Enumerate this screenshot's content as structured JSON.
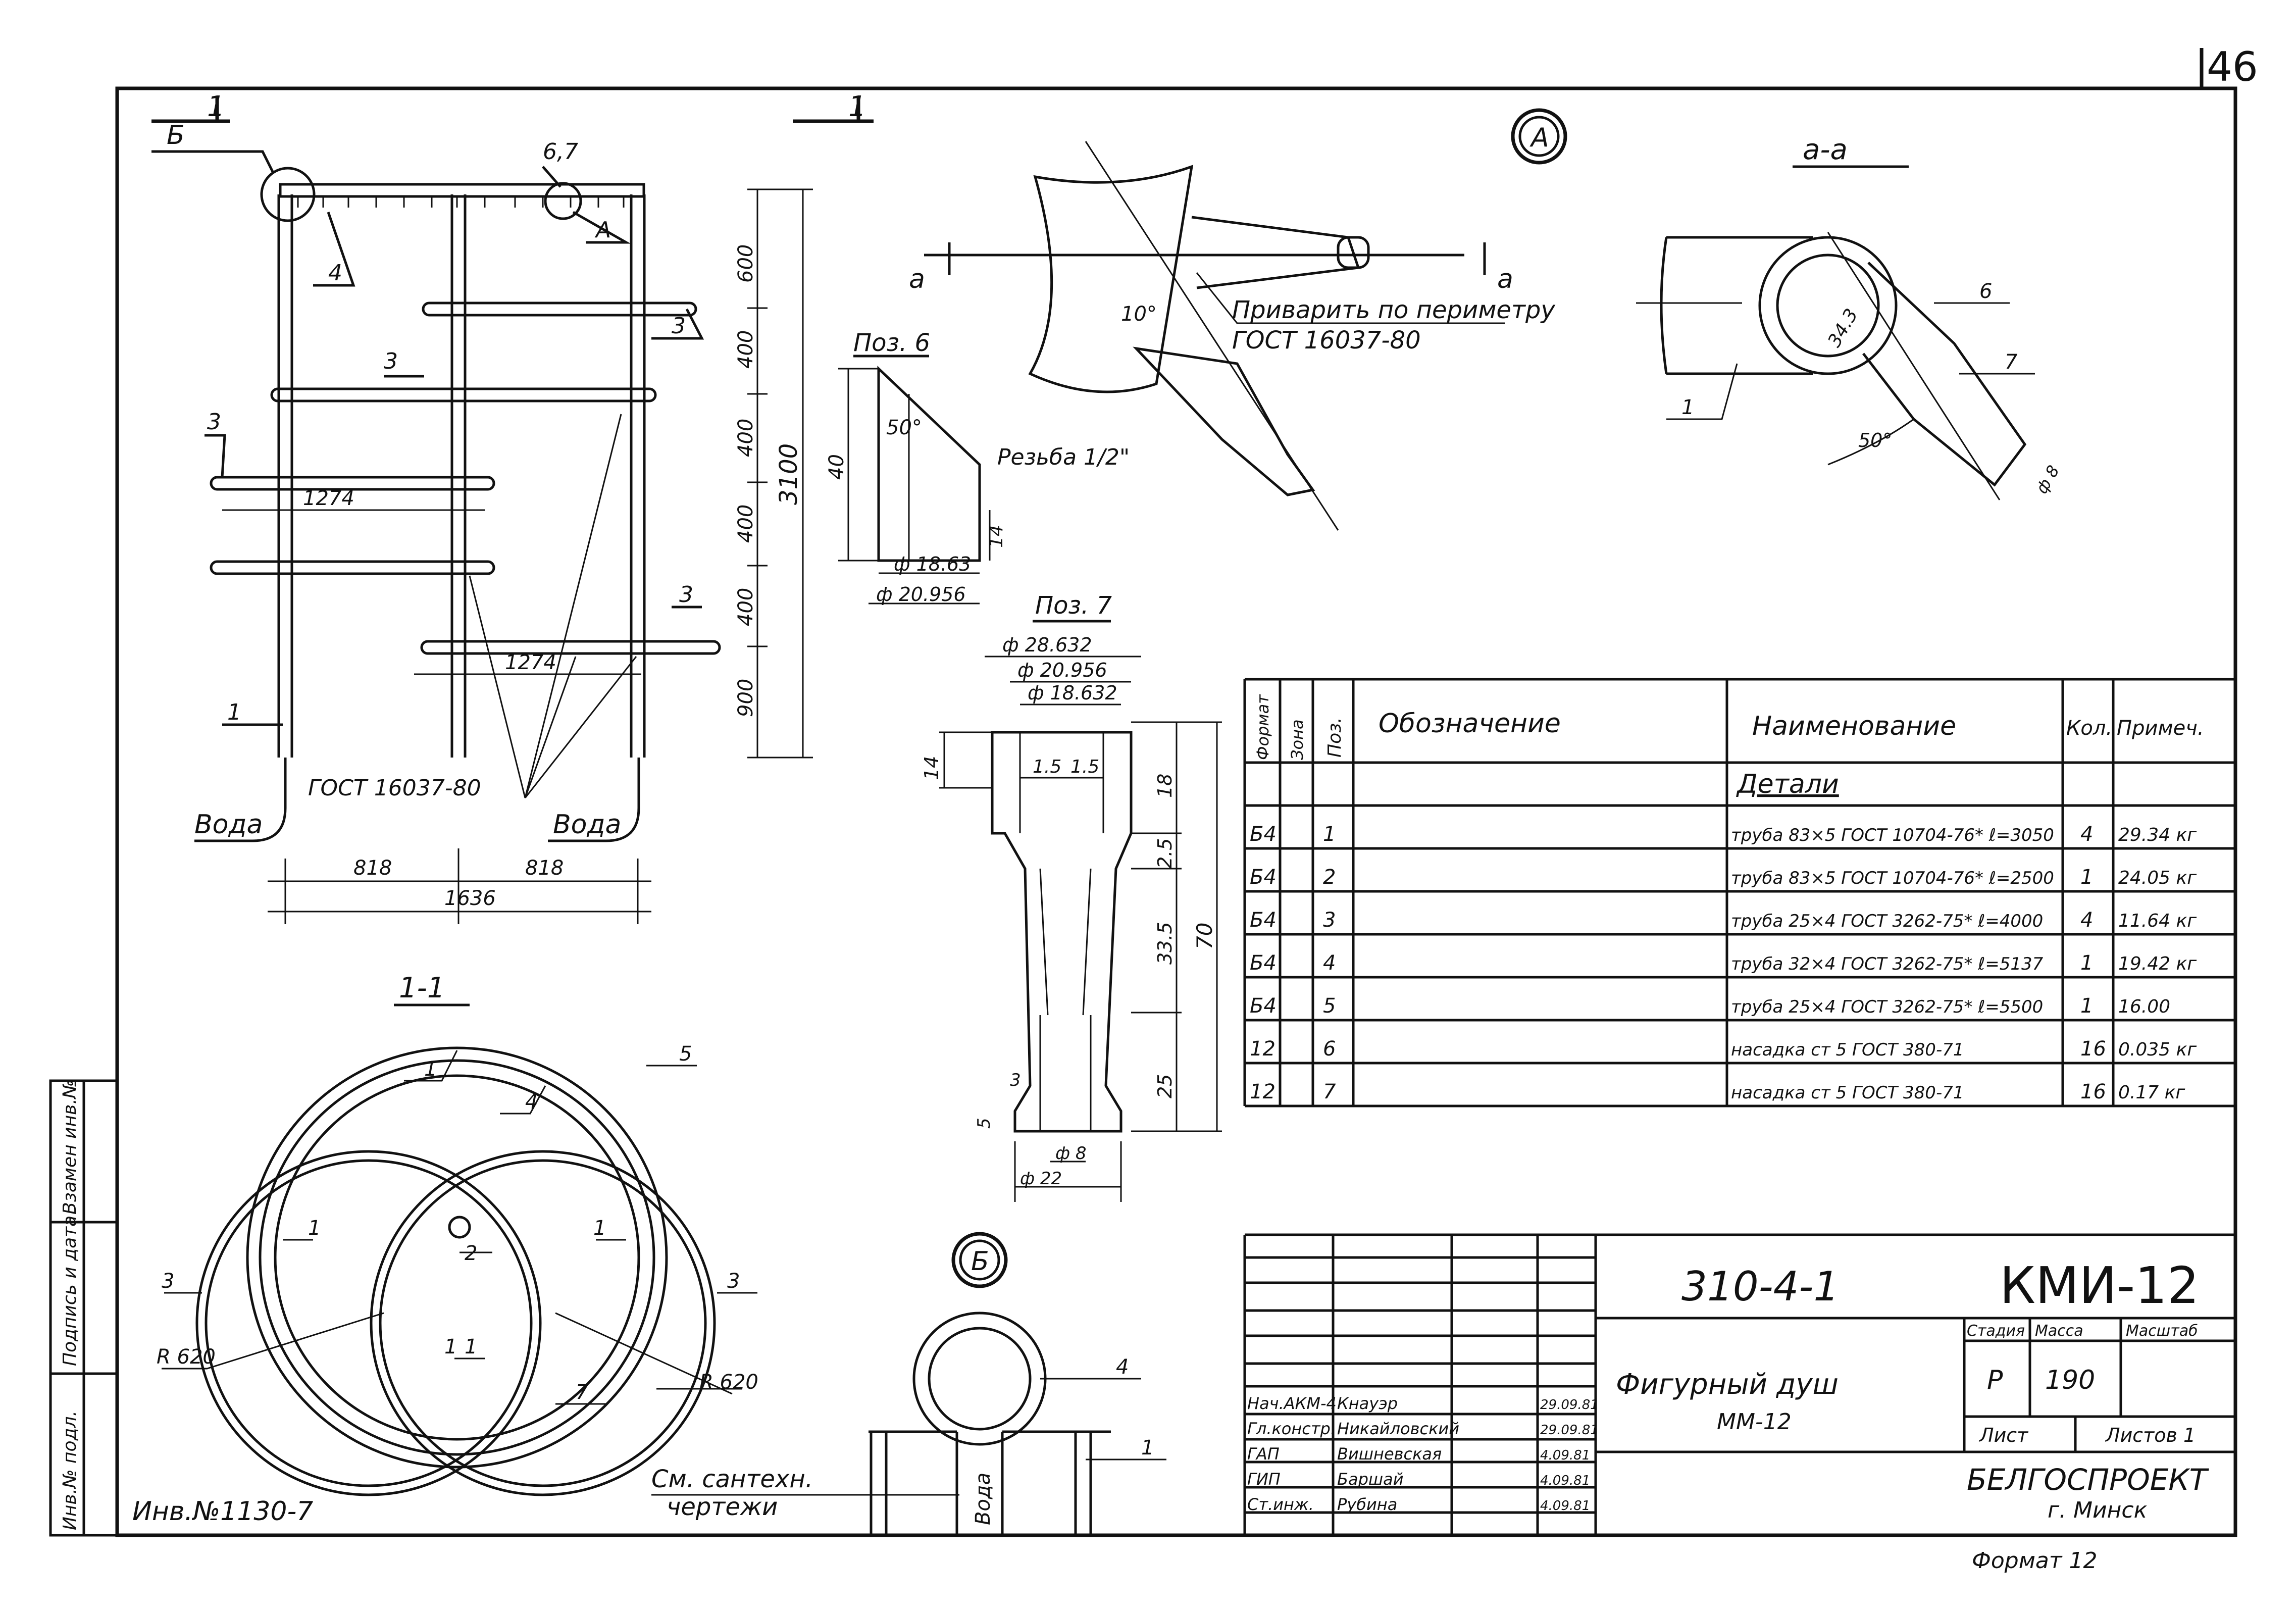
{
  "sheet": {
    "page_number": "46",
    "format_note": "Формат 12",
    "inventory": "Инв.№1130-7"
  },
  "side_stamp": [
    "Инв.№ подл.",
    "Подпись и дата",
    "Взамен инв.№"
  ],
  "main_view": {
    "section_marks": [
      "1",
      "1"
    ],
    "callouts": [
      "Б",
      "6,7",
      "А",
      "4",
      "3",
      "3",
      "3",
      "3",
      "1"
    ],
    "dim_vertical": [
      "600",
      "400",
      "400",
      "400",
      "400",
      "900"
    ],
    "dim_total": "3100",
    "width_dims": [
      "1274",
      "1274"
    ],
    "gost": "ГОСТ 16037-80",
    "water": [
      "Вода",
      "Вода"
    ],
    "bottom_dims": [
      "818",
      "818",
      "1636"
    ]
  },
  "detail_a": {
    "mark": "А",
    "cut": [
      "а",
      "а"
    ],
    "angle": "10°",
    "weld_note": [
      "Приварить по периметру",
      "ГОСТ 16037-80"
    ]
  },
  "pos6": {
    "title": "Поз. 6",
    "angle": "50°",
    "height": "40",
    "thread": "Резьба 1/2\"",
    "thread_len": "14",
    "diam1": "ф 18.63",
    "diam2": "ф 20.956"
  },
  "pos7": {
    "title": "Поз. 7",
    "diams": [
      "ф 28.632",
      "ф 20.956",
      "ф 18.632"
    ],
    "inner": [
      "1.5",
      "1.5"
    ],
    "left_dims": [
      "14",
      "3",
      "5"
    ],
    "right_dims": [
      "18",
      "2.5",
      "33.5",
      "25"
    ],
    "total": "70",
    "bottom": [
      "ф 22",
      "ф 8"
    ]
  },
  "section_aa": {
    "title": "а-а",
    "dim": "34.3",
    "callouts": [
      "6",
      "7",
      "1"
    ],
    "angle": "50°",
    "diam": "ф 8"
  },
  "section_11": {
    "title": "1-1",
    "callouts": [
      "1",
      "1",
      "1",
      "1",
      "1",
      "2",
      "3",
      "3",
      "4",
      "5",
      "7"
    ],
    "radius": [
      "R 620",
      "R 620"
    ]
  },
  "detail_b": {
    "mark": "Б",
    "callouts": [
      "4",
      "1"
    ],
    "water": "Вода",
    "note": [
      "См. сантехн.",
      "чертежи"
    ]
  },
  "spec_table": {
    "headers": {
      "format": "Формат",
      "zone": "Зона",
      "pos": "Поз.",
      "designation": "Обозначение",
      "name": "Наименование",
      "qty": "Кол.",
      "note": "Примеч."
    },
    "section": "Детали",
    "rows": [
      {
        "fmt": "Б4",
        "pos": "1",
        "name": "труба 83×5 ГОСТ 10704-76* ℓ=3050",
        "qty": "4",
        "note": "29.34 кг"
      },
      {
        "fmt": "Б4",
        "pos": "2",
        "name": "труба 83×5 ГОСТ 10704-76* ℓ=2500",
        "qty": "1",
        "note": "24.05 кг"
      },
      {
        "fmt": "Б4",
        "pos": "3",
        "name": "труба 25×4 ГОСТ 3262-75* ℓ=4000",
        "qty": "4",
        "note": "11.64 кг"
      },
      {
        "fmt": "Б4",
        "pos": "4",
        "name": "труба 32×4 ГОСТ 3262-75* ℓ=5137",
        "qty": "1",
        "note": "19.42 кг"
      },
      {
        "fmt": "Б4",
        "pos": "5",
        "name": "труба 25×4 ГОСТ 3262-75* ℓ=5500",
        "qty": "1",
        "note": "16.00"
      },
      {
        "fmt": "12",
        "pos": "6",
        "name": "насадка ст 5 ГОСТ 380-71",
        "qty": "16",
        "note": "0.035 кг"
      },
      {
        "fmt": "12",
        "pos": "7",
        "name": "насадка ст 5 ГОСТ 380-71",
        "qty": "16",
        "note": "0.17 кг"
      }
    ]
  },
  "title_block": {
    "doc_code": "310-4-1",
    "sheet_code": "КМИ-12",
    "title": "Фигурный душ",
    "subtitle": "ММ-12",
    "stage_label": "Стадия",
    "mass_label": "Масса",
    "scale_label": "Масштаб",
    "stage": "Р",
    "mass": "190",
    "sheet_label": "Лист",
    "sheets_label": "Листов 1",
    "org": "БЕЛГОСПРОЕКТ",
    "city": "г. Минск",
    "signers": [
      {
        "role": "Нач.АКМ-4",
        "name": "Кнауэр",
        "date": "29.09.81"
      },
      {
        "role": "Гл.констр.",
        "name": "Никайловский",
        "date": "29.09.81"
      },
      {
        "role": "ГАП",
        "name": "Вишневская",
        "date": "4.09.81"
      },
      {
        "role": "ГИП",
        "name": "Баршай",
        "date": "4.09.81"
      },
      {
        "role": "Ст.инж.",
        "name": "Рубина",
        "date": "4.09.81"
      }
    ]
  }
}
